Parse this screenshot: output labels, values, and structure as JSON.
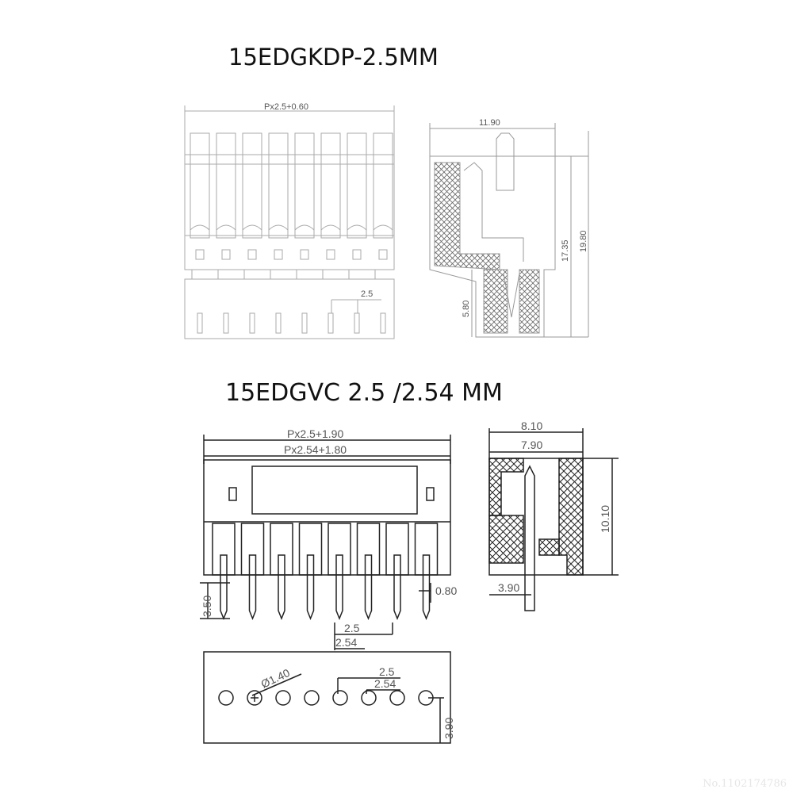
{
  "top_section": {
    "title": "15EDGKDP-2.5MM",
    "front_view": {
      "width_label": "Px2.5+0.60",
      "pitch_label": "2.5"
    },
    "side_view": {
      "width_label": "11.90",
      "height_label_inner": "17.35",
      "height_label_outer": "19.80",
      "pin_height_label": "5.80"
    }
  },
  "bottom_section": {
    "title": "15EDGVC 2.5 /2.54 MM",
    "front_view": {
      "width_label_1": "Px2.5+1.90",
      "width_label_2": "Px2.54+1.80",
      "pin_length_label": "3.50",
      "pin_width_label": "0.80",
      "pitch_label_1": "2.5",
      "pitch_label_2": "2.54"
    },
    "side_view": {
      "width_label_1": "8.10",
      "width_label_2": "7.90",
      "height_label": "10.10",
      "offset_label": "3.90"
    },
    "footprint": {
      "hole_label": "Ø1.40",
      "pitch_label_1": "2.5",
      "pitch_label_2": "2.54",
      "edge_label": "3.90"
    }
  },
  "watermark": "No.1102174786"
}
